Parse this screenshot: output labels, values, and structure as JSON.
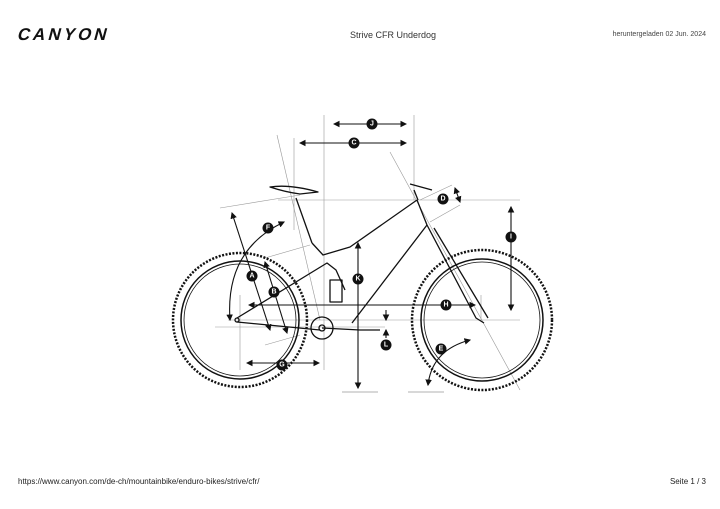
{
  "header": {
    "logo": "CANYON",
    "title": "Strive CFR Underdog",
    "downloaded": "heruntergeladen 02 Jun. 2024"
  },
  "footer": {
    "url": "https://www.canyon.com/de-ch/mountainbike/enduro-bikes/strive/cfr/",
    "page": "Seite 1 / 3"
  },
  "geometry_labels": {
    "A": "A",
    "B": "B",
    "C": "C",
    "D": "D",
    "E": "E",
    "F": "F",
    "G": "G",
    "H": "H",
    "I": "I",
    "J": "J",
    "K": "K",
    "L": "L"
  }
}
